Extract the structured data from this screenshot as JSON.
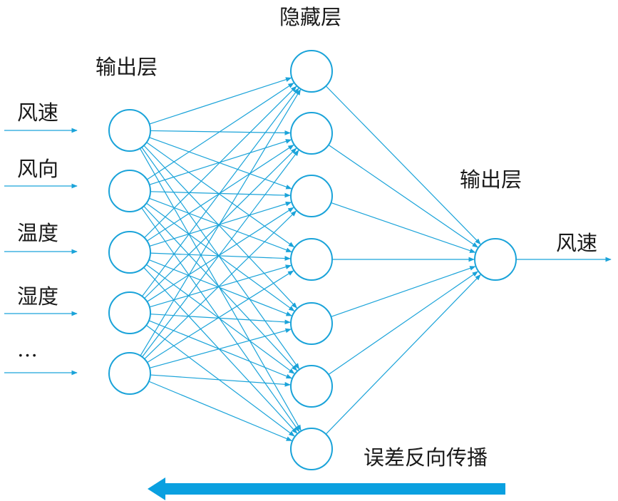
{
  "labels": {
    "input_layer_title": "输出层",
    "hidden_layer_title": "隐藏层",
    "output_layer_title": "输出层",
    "inputs": [
      "风速",
      "风向",
      "温度",
      "湿度",
      "…"
    ],
    "output": "风速",
    "backprop": "误差反向传播"
  },
  "network": {
    "input_nodes": 5,
    "hidden_nodes": 7,
    "output_nodes": 1
  },
  "colors": {
    "line": "#1aa3d9",
    "node_stroke": "#1aa3d9",
    "arrow_fill": "#0aa0e0",
    "text": "#1a1a1a"
  }
}
